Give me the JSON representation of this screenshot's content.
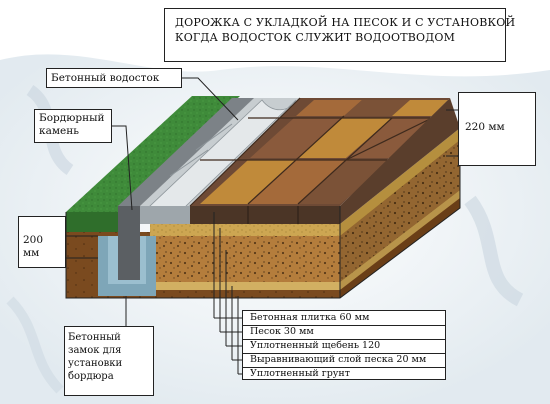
{
  "title": {
    "line1": "ДОРОЖКА С УКЛАДКОЙ НА ПЕСОК И С УСТАНОВКОЙ",
    "line2": "КОГДА ВОДОСТОК СЛУЖИТ ВОДООТВОДОМ"
  },
  "labels": {
    "gutter": "Бетонный водосток",
    "curb_line1": "Бордюрный",
    "curb_line2": "камень",
    "depth_200_line1": "200",
    "depth_200_line2": "мм",
    "height_220": "220 мм",
    "lock_line1": "Бетонный",
    "lock_line2": "замок для",
    "lock_line3": "установки",
    "lock_line4": "бордюра"
  },
  "layers": [
    "Бетонная плитка 60 мм",
    "Песок 30 мм",
    "Уплотненный щебень 120",
    "Выравнивающий слой песка 20 мм",
    "Уплотненный грунт"
  ],
  "colors": {
    "grass": "#3f8b3a",
    "soil": "#7a4a1f",
    "gravel": "#b47d3c",
    "sand": "#c9a44a",
    "concrete": "#9ea6ab",
    "curb": "#5b5f63",
    "lock": "#7ea6b8"
  }
}
